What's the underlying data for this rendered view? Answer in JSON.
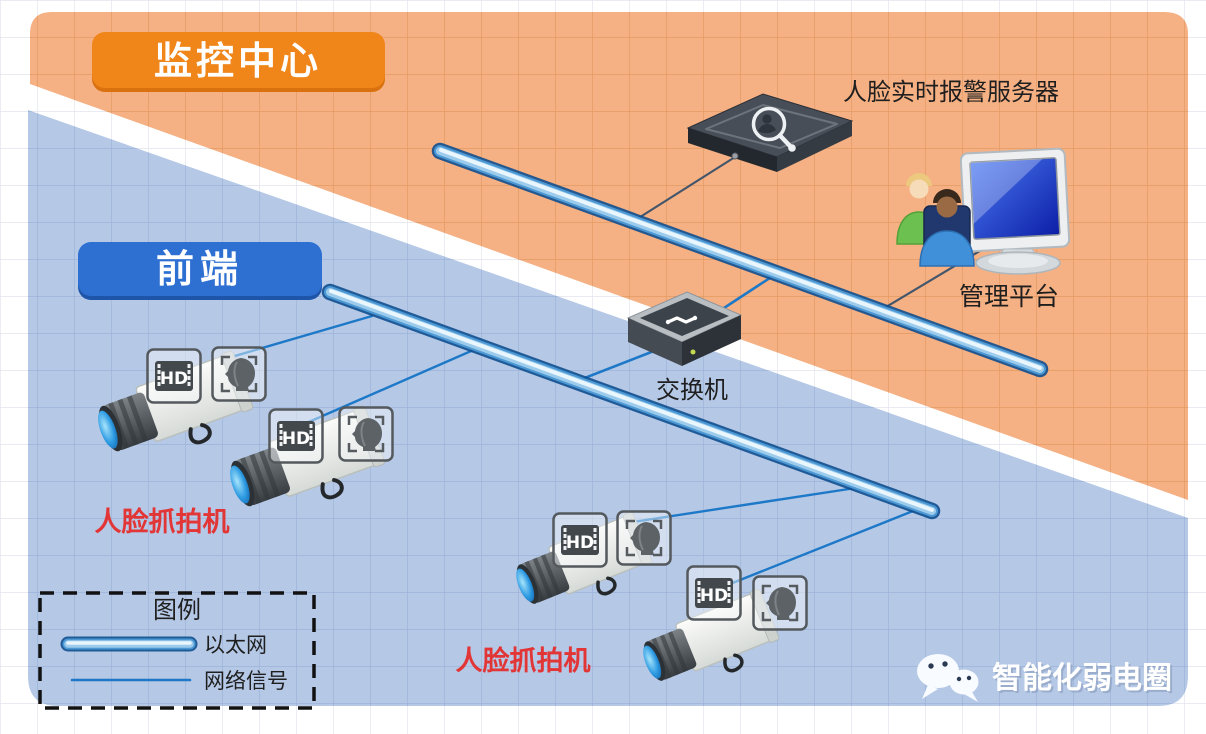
{
  "zones": {
    "monitoring_center": {
      "label": "监控中心"
    },
    "front_end": {
      "label": "前端"
    }
  },
  "devices": {
    "alarm_server": {
      "label": "人脸实时报警服务器"
    },
    "management_platform": {
      "label": "管理平台"
    },
    "switch": {
      "label": "交换机"
    },
    "camera_group_left": {
      "label": "人脸抓拍机"
    },
    "camera_group_right": {
      "label": "人脸抓拍机"
    },
    "hd_badge": "HD"
  },
  "legend": {
    "title": "图例",
    "ethernet_label": "以太网",
    "signal_label": "网络信号"
  },
  "footer": {
    "brand": "智能化弱电圈"
  },
  "colors": {
    "monitoring_zone_fill": "#f5b083",
    "front_zone_fill": "#b5c8e6",
    "monitoring_label_bg": "#f08519",
    "front_label_bg": "#2e6fd2",
    "ethernet_tube_edge": "#155a9e",
    "signal_line_blue": "#1d79c8",
    "signal_line_dark": "#44566b",
    "camera_label_red": "#e23535"
  }
}
